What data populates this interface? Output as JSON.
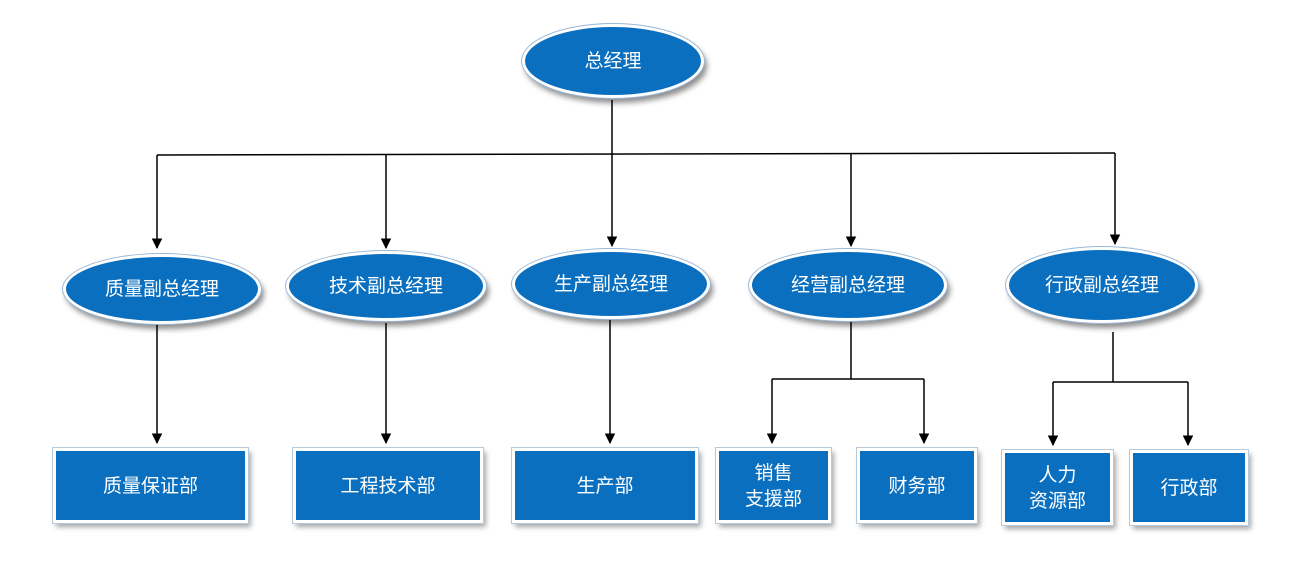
{
  "diagram": {
    "root": {
      "label": "总经理"
    },
    "vice_presidents": [
      {
        "label": "质量副总经理"
      },
      {
        "label": "技术副总经理"
      },
      {
        "label": "生产副总经理"
      },
      {
        "label": "经营副总经理"
      },
      {
        "label": "行政副总经理"
      }
    ],
    "departments": [
      {
        "label": "质量保证部"
      },
      {
        "label": "工程技术部"
      },
      {
        "label": "生产部"
      },
      {
        "label": "销售\n支援部"
      },
      {
        "label": "财务部"
      },
      {
        "label": "人力\n资源部"
      },
      {
        "label": "行政部"
      }
    ],
    "colors": {
      "node_fill": "#0a6fbf",
      "node_text": "#ffffff",
      "connector": "#000000"
    }
  }
}
